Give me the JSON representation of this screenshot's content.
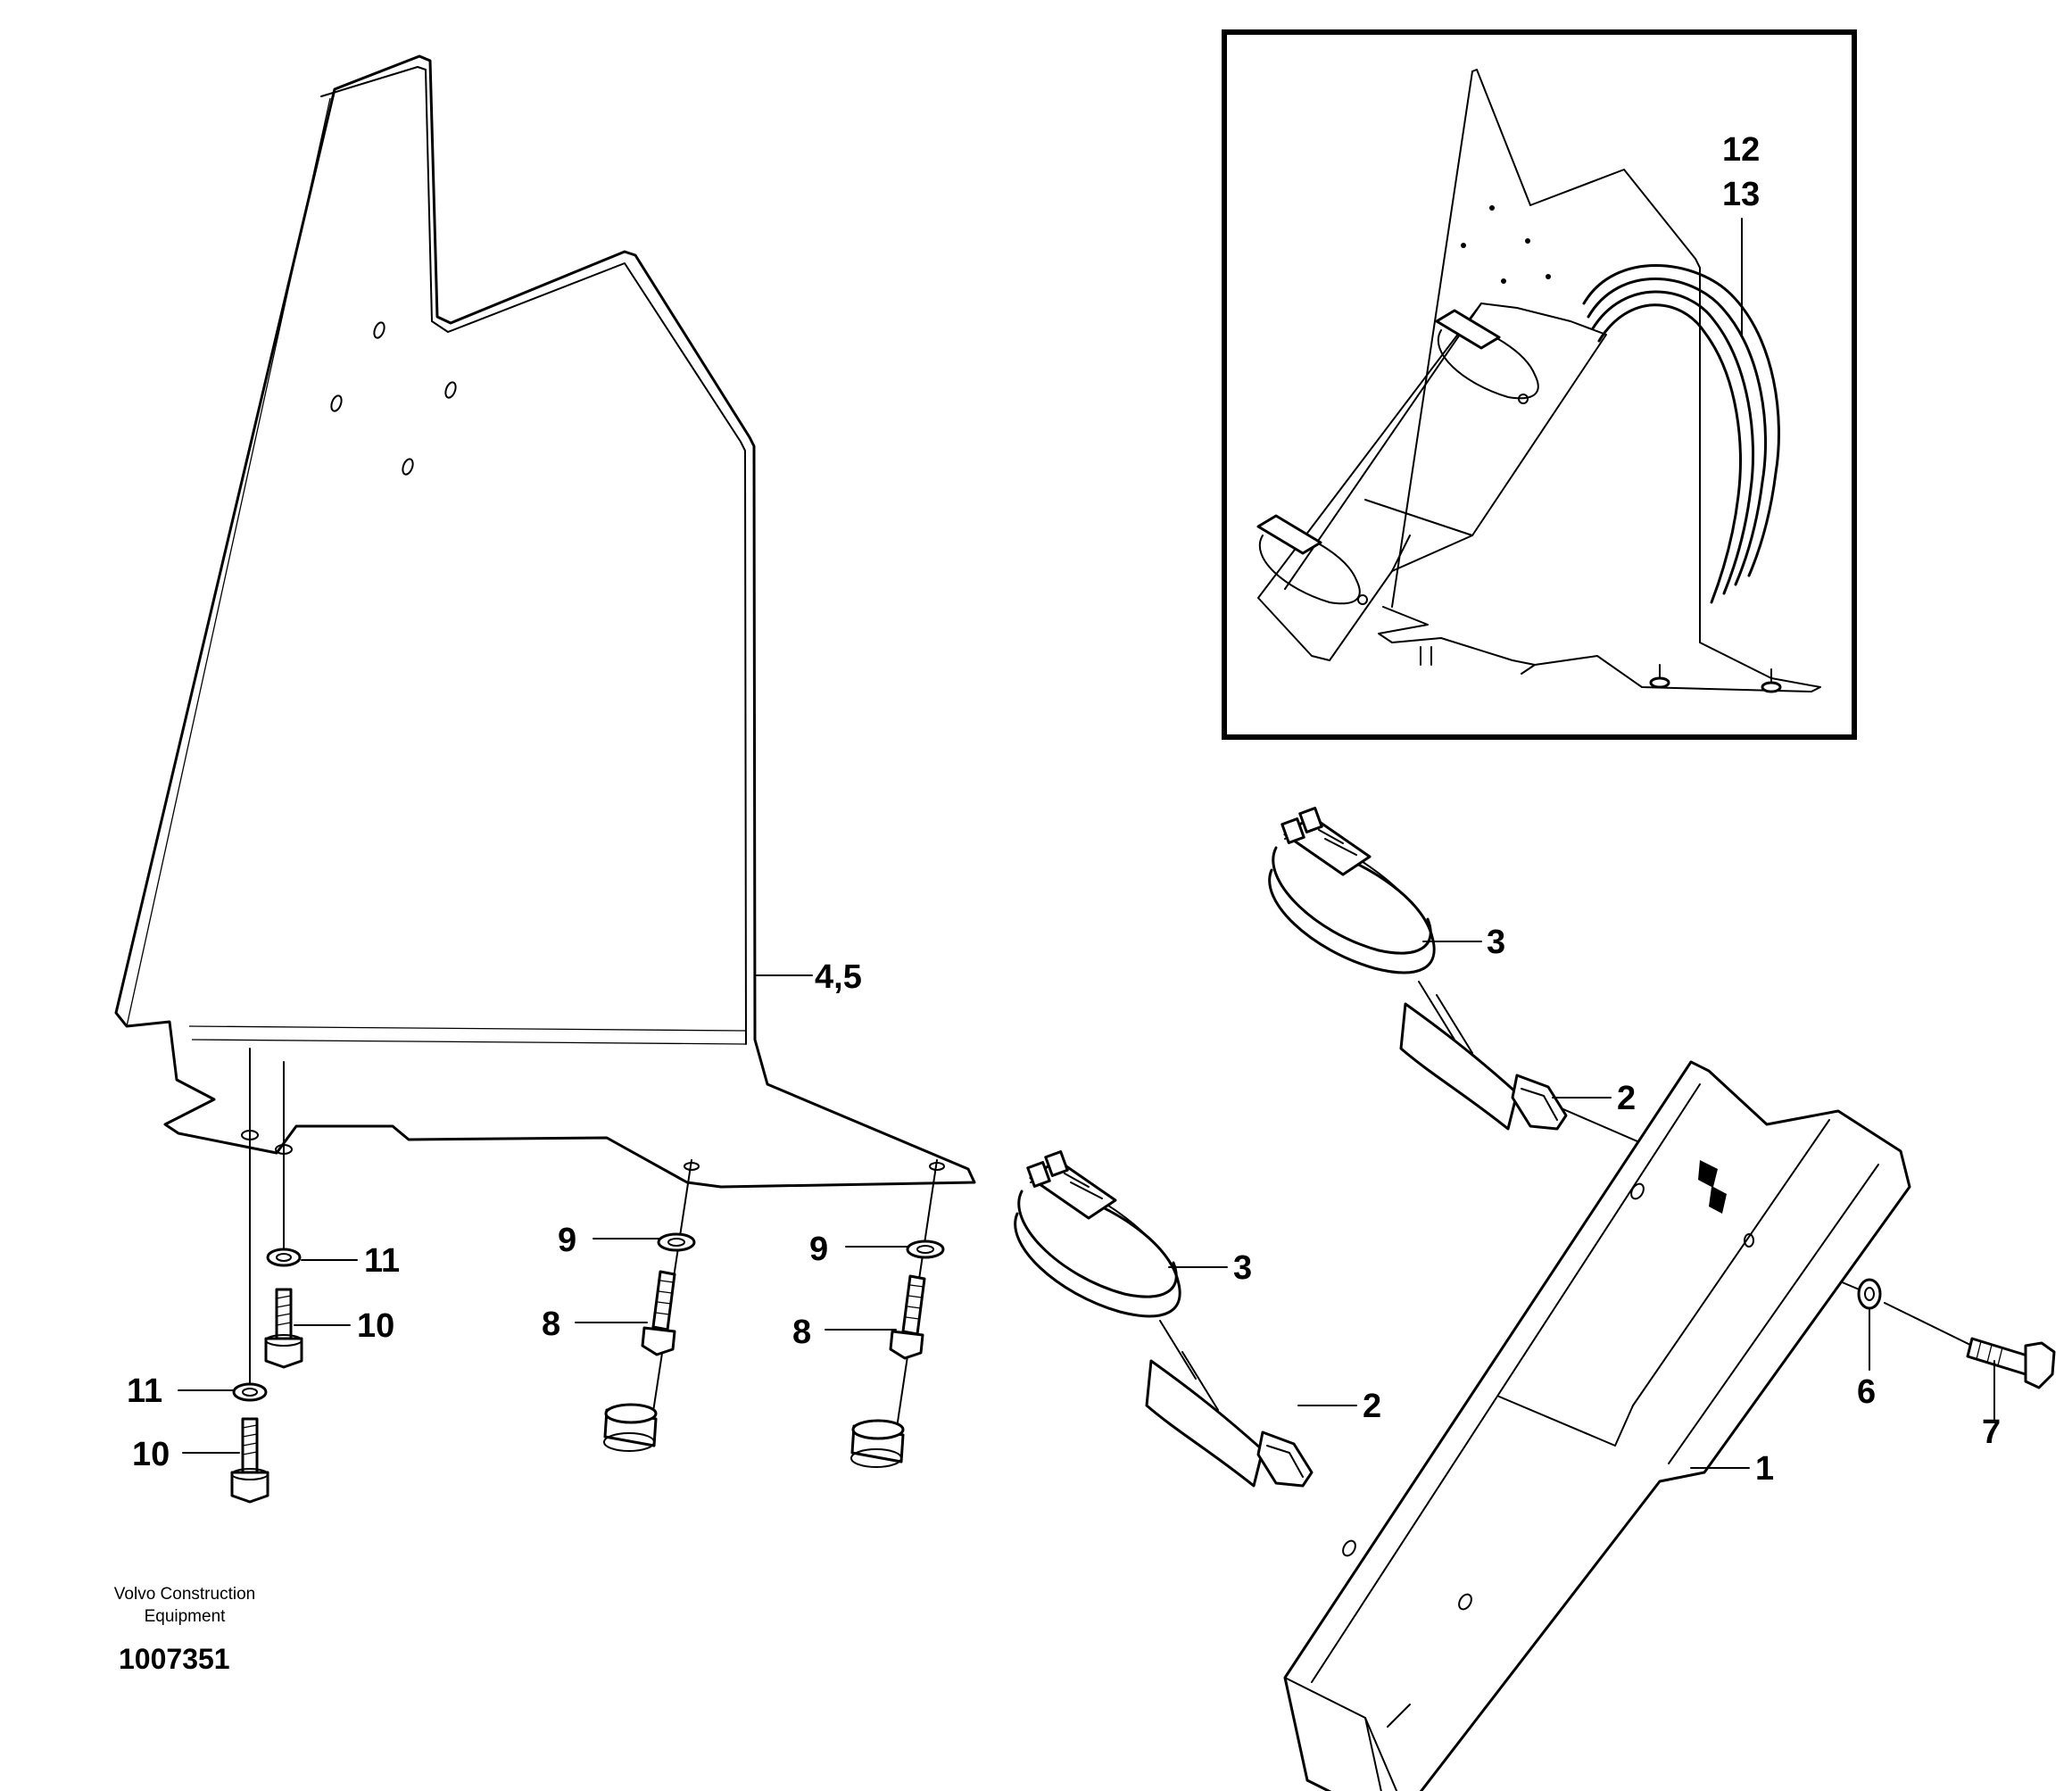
{
  "callouts": {
    "c45": "4,5",
    "c3a": "3",
    "c2a": "2",
    "c3b": "3",
    "c2b": "2",
    "c1": "1",
    "c6": "6",
    "c7": "7",
    "c11a": "11",
    "c10a": "10",
    "c11b": "11",
    "c10b": "10",
    "c9a": "9",
    "c8a": "8",
    "c9b": "9",
    "c8b": "8",
    "c12": "12",
    "c13": "13"
  },
  "footer": {
    "company_line1": "Volvo Construction",
    "company_line2": "Equipment",
    "document_number": "1007351"
  }
}
